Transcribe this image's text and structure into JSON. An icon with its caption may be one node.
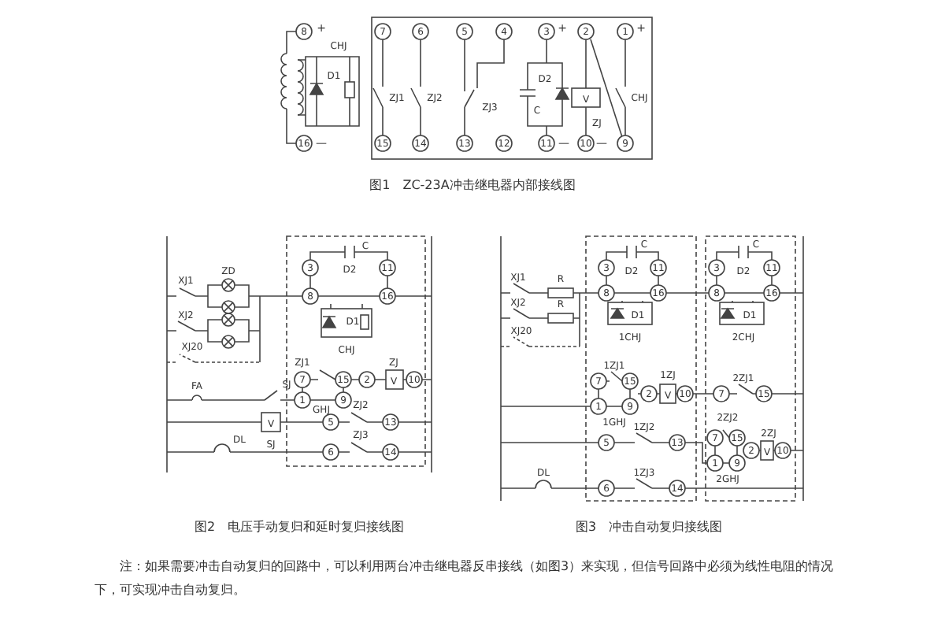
{
  "diagram": {
    "labels": [
      "8",
      "+",
      "7",
      "6",
      "5",
      "4",
      "3",
      "+",
      "2",
      "1",
      "+",
      "D1",
      "CHJ",
      "ZJ1",
      "ZJ2",
      "ZJ3",
      "C",
      "D2",
      "V",
      "ZJ",
      "CHJ",
      "16",
      "—",
      "15",
      "14",
      "13",
      "12",
      "11",
      "—",
      "10",
      "—",
      "9",
      "图1　ZC-23A冲击继电器内部接线图",
      "C",
      "3",
      "D2",
      "11",
      "XJ1",
      "ZD",
      "8",
      "16",
      "XJ2",
      "D1",
      "XJ20",
      "CHJ",
      "ZJ1",
      "ZJ",
      "7",
      "15",
      "2",
      "V",
      "10",
      "FA",
      "SJ",
      "1",
      "9",
      "GHJ",
      "V",
      "5",
      "ZJ2",
      "13",
      "SJ",
      "DL",
      "6",
      "ZJ3",
      "14",
      "图2　电压手动复归和延时复归接线图",
      "C",
      "C",
      "3",
      "D2",
      "11",
      "3",
      "D2",
      "11",
      "XJ1",
      "R",
      "8",
      "16",
      "8",
      "16",
      "XJ2",
      "R",
      "D1",
      "D1",
      "1CHJ",
      "2CHJ",
      "XJ20",
      "1ZJ1",
      "1ZJ",
      "7",
      "15",
      "2",
      "V",
      "10",
      "1",
      "9",
      "1GHJ",
      "7",
      "2ZJ1",
      "15",
      "2ZJ2",
      "7",
      "15",
      "2ZJ",
      "2",
      "V",
      "10",
      "1",
      "9",
      "2GHJ",
      "5",
      "1ZJ2",
      "13",
      "DL",
      "6",
      "1ZJ3",
      "14",
      "图3　冲击自动复归接线图",
      "注：如果需要冲击自动复归的回路中，可以利用两台冲击继电器反串接线（如图3）来实现，但信号回路中必须为线性电阻的情况下，可实现冲击自动复归。"
    ]
  }
}
